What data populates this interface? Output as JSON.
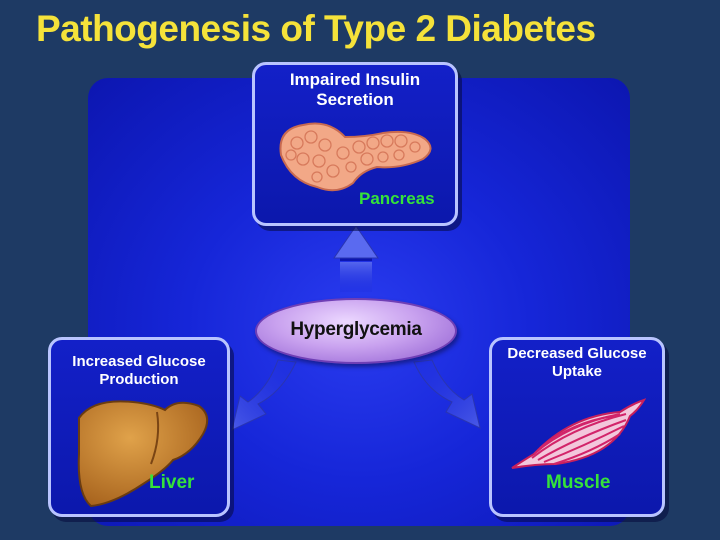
{
  "title": "Pathogenesis of Type 2 Diabetes",
  "center": {
    "label": "Hyperglycemia"
  },
  "top_panel": {
    "heading_line1": "Impaired Insulin",
    "heading_line2": "Secretion",
    "organ": "Pancreas"
  },
  "left_panel": {
    "heading_line1": "Increased Glucose",
    "heading_line2": "Production",
    "organ": "Liver"
  },
  "right_panel": {
    "heading_line1": "Decreased Glucose",
    "heading_line2": "Uptake",
    "organ": "Muscle"
  },
  "colors": {
    "background": "#1e3a64",
    "title": "#f5e23a",
    "stage": "#1626d8",
    "organ_label": "#35e23a",
    "ellipse": "#c9a2ef",
    "arrow": "#3a4cd8"
  }
}
